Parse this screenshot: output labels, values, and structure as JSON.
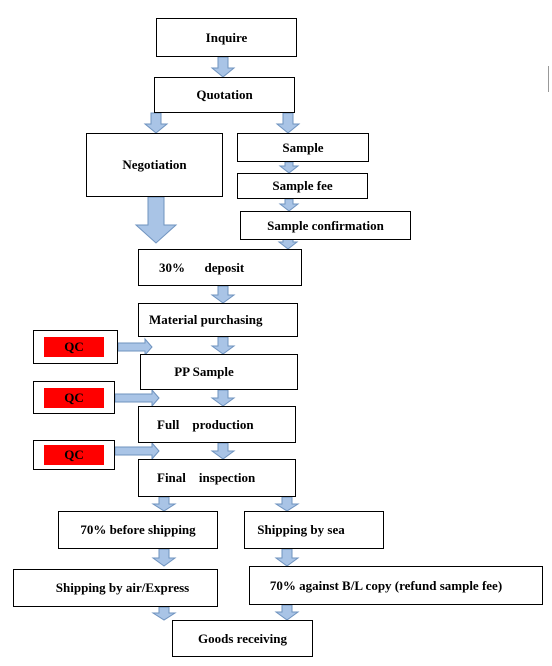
{
  "colors": {
    "arrow_fill": "#a9c4e6",
    "arrow_stroke": "#6f93bf",
    "qc_fill": "#ff0000"
  },
  "steps": {
    "inquire": "Inquire",
    "quotation": "Quotation",
    "negotiation": "Negotiation",
    "sample": "Sample",
    "sample_fee": "Sample fee",
    "sample_confirmation": "Sample confirmation",
    "deposit": "30%      deposit",
    "material_purchasing": "Material purchasing",
    "pp_sample": "PP Sample",
    "full_production": "Full    production",
    "final_inspection": "Final    inspection",
    "before_shipping": "70% before shipping",
    "shipping_sea": "Shipping by sea",
    "shipping_air": "Shipping by air/Express",
    "against_bl": "70% against B/L copy (refund sample fee)",
    "goods_receiving": "Goods receiving"
  },
  "qc_labels": [
    "QC",
    "QC",
    "QC"
  ]
}
